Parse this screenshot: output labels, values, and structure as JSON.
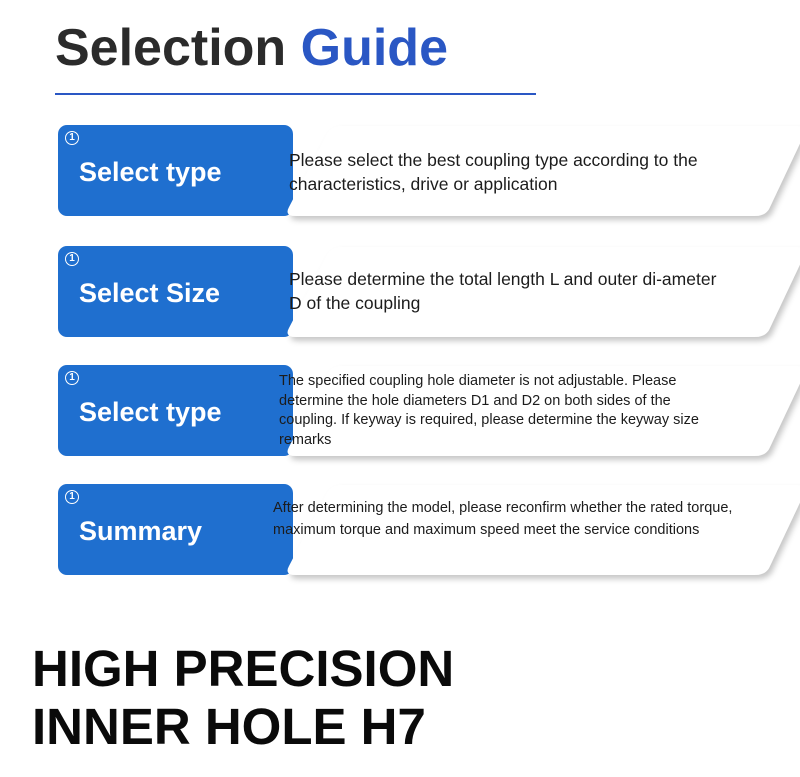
{
  "header": {
    "title_part1": "Selection",
    "title_part2": "Guide",
    "accent_color": "#2a57c4"
  },
  "steps": [
    {
      "number": "1",
      "label": "Select type",
      "description": "Please select the best coupling type according to the characteristics, drive or application"
    },
    {
      "number": "1",
      "label": "Select Size",
      "description": "Please determine the total length L and outer di-ameter D of the coupling"
    },
    {
      "number": "1",
      "label": "Select type",
      "description": "The specified coupling hole diameter is not adjustable. Please determine the hole diameters D1 and D2 on both sides of the coupling. If keyway is required, please determine the keyway size remarks"
    },
    {
      "number": "1",
      "label": "Summary",
      "description": "After determining the model, please reconfirm whether the rated torque, maximum torque and maximum speed meet the service conditions"
    }
  ],
  "footer": {
    "line1": "HIGH PRECISION",
    "line2": "INNER HOLE H7"
  },
  "colors": {
    "step_blue": "#1f6fcf",
    "card_white": "#ffffff",
    "title_dark": "#2b2b2b"
  }
}
